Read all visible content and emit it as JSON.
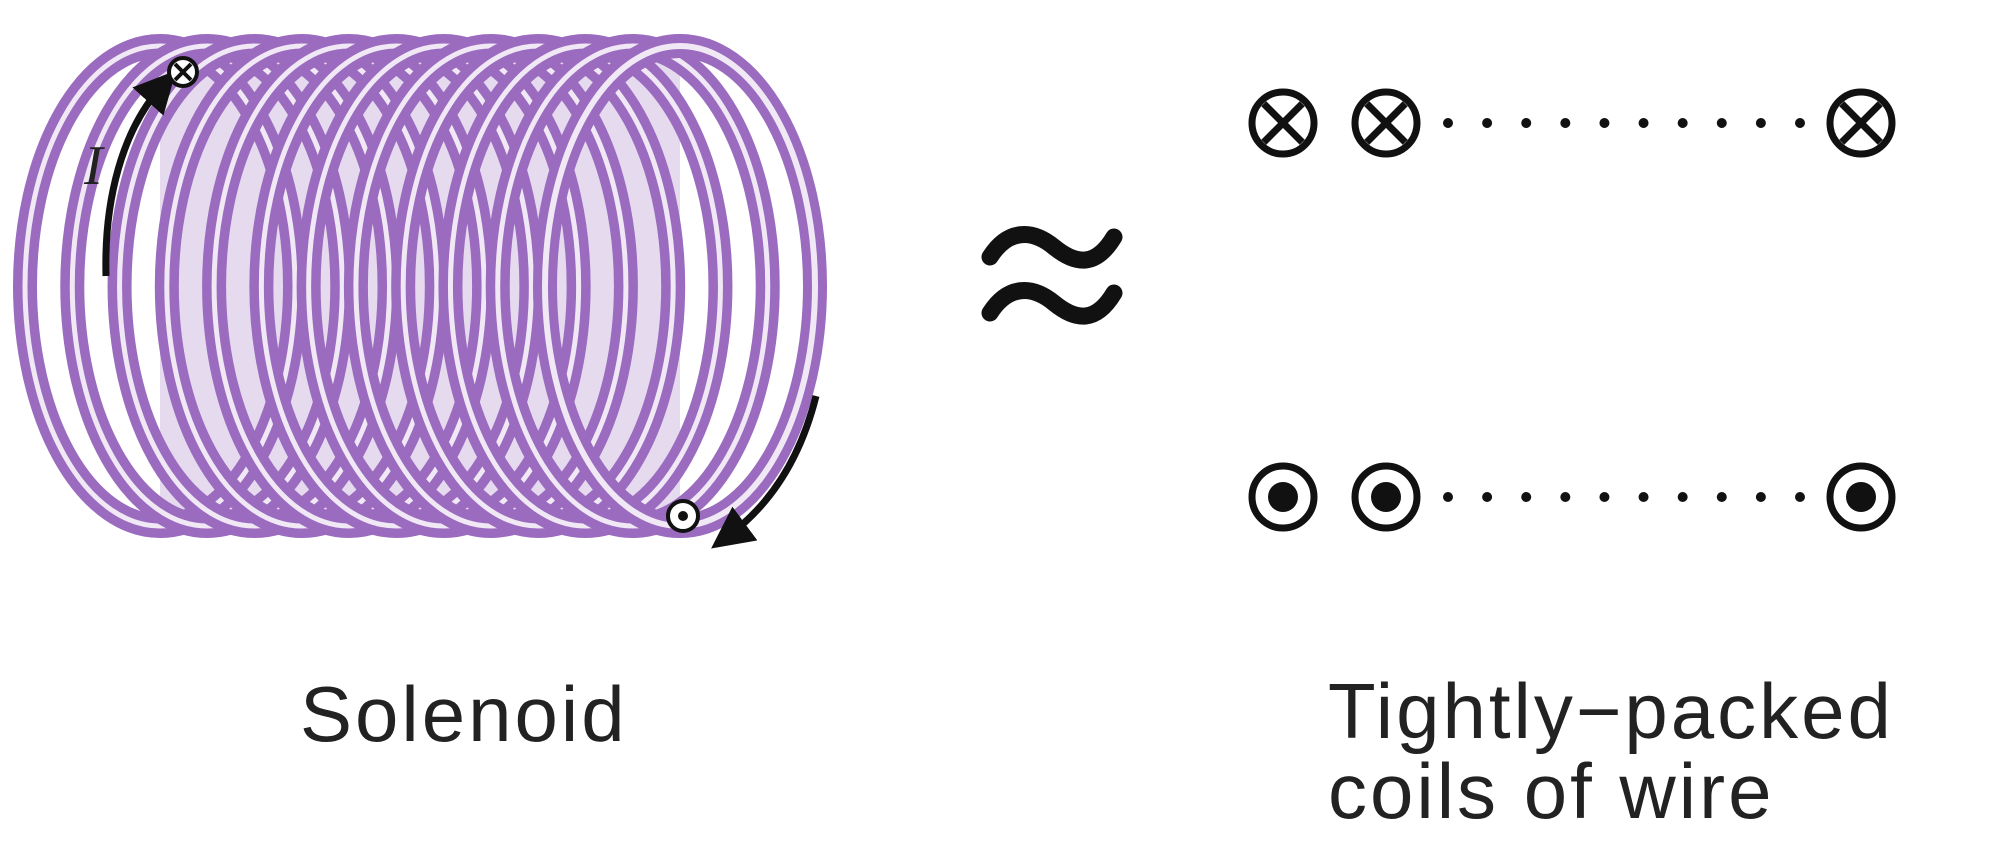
{
  "solenoid": {
    "caption": "Solenoid",
    "current_label": "I",
    "turns": 12,
    "coil_color": "#9b6bbf",
    "coil_highlight": "#f1e8f6"
  },
  "approx_symbol": "≈",
  "coils": {
    "caption_line1": "Tightly−packed",
    "caption_line2": "coils of wire",
    "top_row": {
      "symbol": "into-page-cross",
      "visible_count": 3,
      "ellipsis_dots": 10
    },
    "bottom_row": {
      "symbol": "out-of-page-dot",
      "visible_count": 3,
      "ellipsis_dots": 10
    }
  },
  "colors": {
    "ink": "#111111",
    "text": "#222222"
  }
}
